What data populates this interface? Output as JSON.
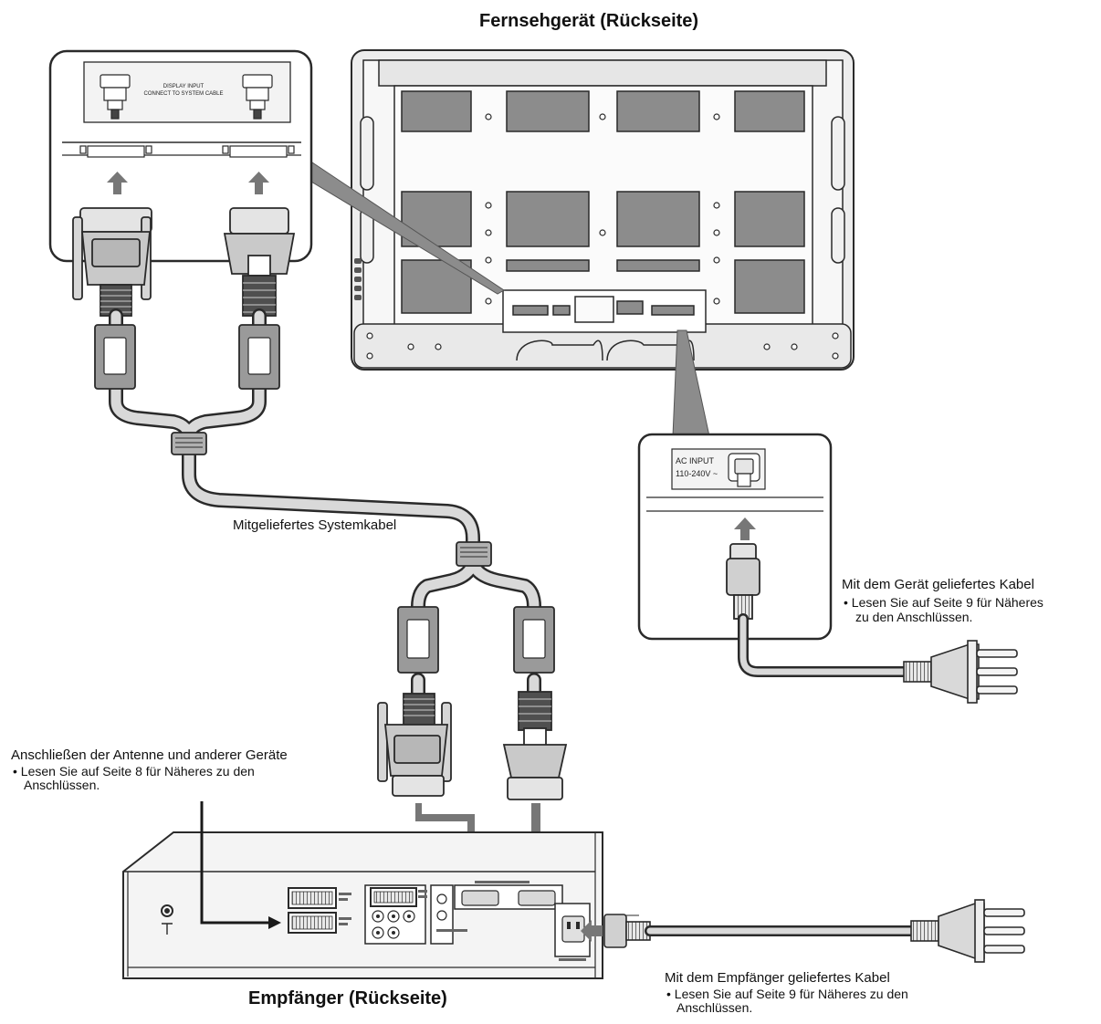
{
  "titles": {
    "tv": "Fernsehgerät (Rückseite)",
    "receiver": "Empfänger (Rückseite)"
  },
  "labels": {
    "system_cable": "Mitgeliefertes Systemkabel",
    "tv_cable_title": "Mit dem Gerät geliefertes Kabel",
    "tv_cable_line1": "• Lesen Sie auf Seite 9 für Näheres",
    "tv_cable_line2": "zu den Anschlüssen.",
    "antenna_title": "Anschließen der Antenne und anderer Geräte",
    "antenna_line1": "• Lesen Sie auf Seite 8 für Näheres zu den",
    "antenna_line2": "Anschlüssen.",
    "receiver_cable_title": "Mit dem Empfänger geliefertes Kabel",
    "receiver_cable_line1": "• Lesen Sie auf Seite 9 für Näheres zu den",
    "receiver_cable_line2": "Anschlüssen."
  },
  "panel_text": {
    "display_input_1": "DISPLAY INPUT",
    "display_input_2": "CONNECT TO SYSTEM CABLE",
    "ac_input_1": "AC INPUT",
    "ac_input_2": "110-240V ~"
  },
  "colors": {
    "line": "#2a2a2a",
    "panel_fill": "#eeeeee",
    "vent_fill": "#8c8c8c",
    "arrow_fill": "#777777",
    "cable_fill": "#d9d9d9"
  }
}
